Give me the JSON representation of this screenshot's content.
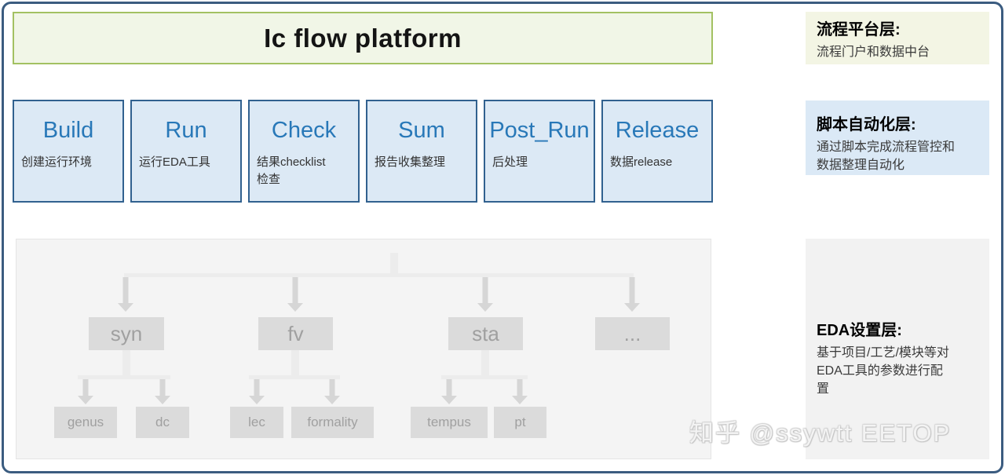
{
  "title": "Ic flow platform",
  "stages": [
    {
      "name": "Build",
      "desc": "创建运行环境"
    },
    {
      "name": "Run",
      "desc": "运行EDA工具"
    },
    {
      "name": "Check",
      "desc": "结果checklist检查"
    },
    {
      "name": "Sum",
      "desc": "报告收集整理"
    },
    {
      "name": "Post_Run",
      "desc": "后处理"
    },
    {
      "name": "Release",
      "desc": "数据release"
    }
  ],
  "layers": [
    {
      "title": "流程平台层:",
      "desc": "流程门户和数据中台"
    },
    {
      "title": "脚本自动化层:",
      "desc": "通过脚本完成流程管控和数据整理自动化"
    },
    {
      "title": "EDA设置层:",
      "desc": "基于项目/工艺/模块等对EDA工具的参数进行配置"
    }
  ],
  "tree": {
    "parents": [
      {
        "label": "syn",
        "children": [
          "genus",
          "dc"
        ]
      },
      {
        "label": "fv",
        "children": [
          "lec",
          "formality"
        ]
      },
      {
        "label": "sta",
        "children": [
          "tempus",
          "pt"
        ]
      },
      {
        "label": "...",
        "children": []
      }
    ]
  },
  "watermark": "知乎 @ssywtt EETOP",
  "colors": {
    "frame_border": "#3b5c80",
    "title_box_fill": "#f1f6e7",
    "title_box_border": "#a3c162",
    "stage_fill": "#dce9f5",
    "stage_border": "#31618f",
    "stage_title_text": "#2878b8",
    "layer_platform_fill": "#f3f5e4",
    "layer_script_fill": "#dbe9f6",
    "layer_eda_fill": "#f2f2f2",
    "tree_panel_fill": "#f4f4f4",
    "tree_node_fill": "#dbdbdb",
    "tree_text": "#a0a0a0",
    "tree_connector": "#ececec",
    "tree_arrow": "#d6d6d6"
  }
}
